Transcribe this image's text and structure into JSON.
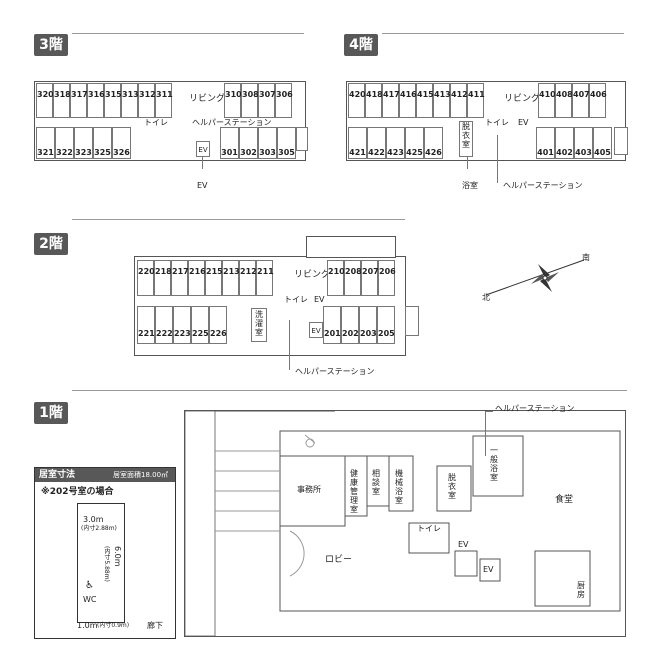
{
  "floor3": {
    "tag": "3階",
    "top_rooms": [
      "320",
      "318",
      "317",
      "316",
      "315",
      "313",
      "312",
      "311",
      "310",
      "308",
      "307",
      "306"
    ],
    "bottom_rooms": [
      "321",
      "322",
      "323",
      "325",
      "326",
      "301",
      "302",
      "303",
      "305"
    ],
    "living": "リビング",
    "toilet": "トイレ",
    "helper_station": "ヘルパーステーション",
    "ev_inner": "EV",
    "ev_outer": "EV"
  },
  "floor4": {
    "tag": "4階",
    "top_rooms": [
      "420",
      "418",
      "417",
      "416",
      "415",
      "413",
      "412",
      "411",
      "410",
      "408",
      "407",
      "406"
    ],
    "bottom_rooms": [
      "421",
      "422",
      "423",
      "425",
      "426",
      "401",
      "402",
      "403",
      "405"
    ],
    "living": "リビング",
    "dressing": "脱衣室",
    "toilet": "トイレ",
    "ev": "EV",
    "bath": "浴室",
    "helper_station": "ヘルパーステーション"
  },
  "floor2": {
    "tag": "2階",
    "top_rooms": [
      "220",
      "218",
      "217",
      "216",
      "215",
      "213",
      "212",
      "211",
      "210",
      "208",
      "207",
      "206"
    ],
    "bottom_rooms": [
      "221",
      "222",
      "223",
      "225",
      "226",
      "201",
      "202",
      "203",
      "205"
    ],
    "living": "リビング",
    "toilet": "トイレ",
    "ev_a": "EV",
    "ev_b": "EV",
    "laundry": "洗濯室",
    "helper_station": "ヘルパーステーション"
  },
  "compass": {
    "south": "南",
    "north": "北"
  },
  "floor1": {
    "tag": "1階",
    "helper_station": "ヘルパーステーション",
    "office": "事務所",
    "health": "健康管理室",
    "consult": "相談室",
    "machine_bath": "機械浴室",
    "dressing": "脱衣室",
    "general_bath": "一般浴室",
    "dining": "食堂",
    "lobby": "ロビー",
    "toilet": "トイレ",
    "ev_a": "EV",
    "ev_b": "EV",
    "kitchen": "厨房"
  },
  "room_dims": {
    "title": "居室寸法",
    "area": "居室面積18.00㎡",
    "case": "※202号室の場合",
    "width": "3.0m",
    "width_inner": "(内寸2.88m)",
    "depth": "6.0m",
    "depth_inner": "(内寸5.88m)",
    "wc": "WC",
    "door": "1.0m",
    "door_inner": "(内寸0.9m)",
    "corridor": "廊下"
  },
  "colors": {
    "tag_bg": "#585858",
    "line": "#555555"
  }
}
